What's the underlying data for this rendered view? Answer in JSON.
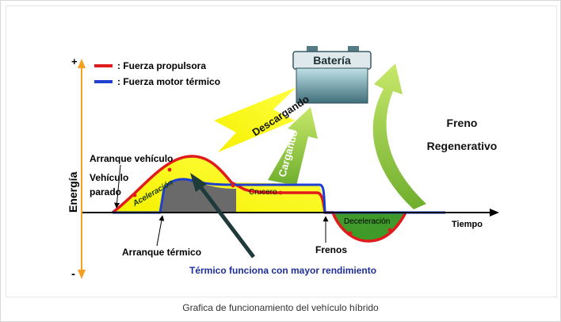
{
  "diagram": {
    "plus_sign": "+",
    "minus_sign": "-",
    "y_axis_label": "Energía",
    "x_axis_label": "Tiempo",
    "legend": {
      "propulsion": "Fuerza propulsora",
      "thermal": "Fuerza motor térmico",
      "prefix": ":",
      "propulsion_color": "#e01b1b",
      "thermal_color": "#1e3fd0"
    },
    "battery_label": "Batería",
    "discharging_label": "Descargando",
    "charging_label": "Cargando",
    "regen_label_line1": "Freno",
    "regen_label_line2": "Regenerativo",
    "vehicle_start": "Arranque vehículo",
    "vehicle_stopped_line1": "Vehículo",
    "vehicle_stopped_line2": "parado",
    "acceleration": "Aceleración",
    "cruise": "Crucero",
    "deceleration": "Deceleración",
    "thermal_start": "Arranque térmico",
    "brakes": "Frenos",
    "efficiency_note": "Térmico funciona con mayor rendimiento",
    "colors": {
      "axis_orange": "#f5a020",
      "fill_yellow": "#ffff33",
      "fill_green": "#3f9a2a",
      "fill_gray": "#6a6a6a",
      "arrow_green": "#8cc63f",
      "note_blue": "#1f2f9a"
    }
  },
  "caption": "Grafica de funcionamiento del vehículo híbrido"
}
